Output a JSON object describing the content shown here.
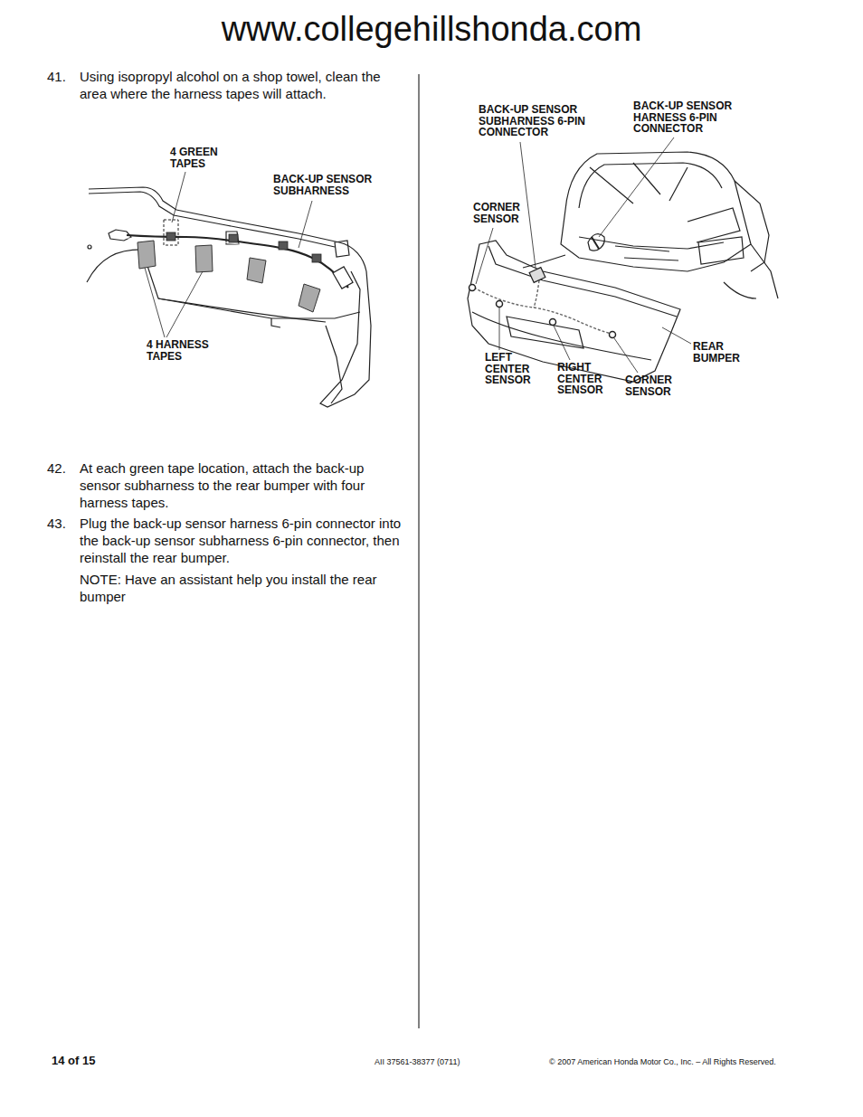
{
  "diagram": {
    "labels": [
      "www.collegehillshonda.com",
      "41.",
      "Using isopropyl alcohol on a shop towel, clean the area where the harness tapes will attach.",
      "4 GREEN TAPES",
      "BACK-UP SENSOR SUBHARNESS",
      "4 HARNESS TAPES",
      "42.",
      "At each green tape location, attach the back-up sensor subharness to the rear bumper with four harness tapes.",
      "43.",
      "Plug the back-up sensor harness 6-pin connector into the back-up sensor subharness 6-pin connector, then reinstall the rear bumper.",
      "NOTE: Have an assistant help you install the rear bumper",
      "BACK-UP SENSOR SUBHARNESS 6-PIN CONNECTOR",
      "BACK-UP SENSOR HARNESS 6-PIN CONNECTOR",
      "CORNER SENSOR",
      "LEFT CENTER SENSOR",
      "RIGHT CENTER SENSOR",
      "CORNER SENSOR",
      "REAR BUMPER",
      "14 of 15",
      "AII 37561-38377 (0711)",
      "© 2007 American Honda Motor Co., Inc. – All Rights Reserved."
    ]
  }
}
